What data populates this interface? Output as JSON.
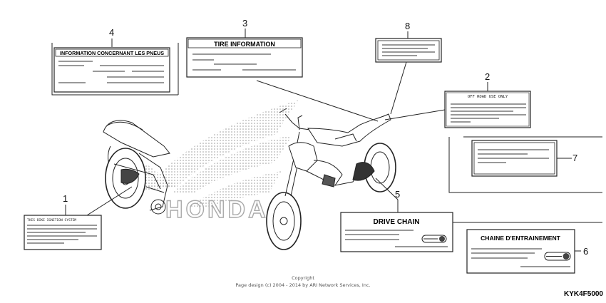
{
  "labels": {
    "l1": {
      "num": "1",
      "text": "THIS BIKE IGNITION SYSTEM"
    },
    "l2": {
      "num": "2",
      "text": "OFF ROAD USE ONLY"
    },
    "l3": {
      "num": "3",
      "text": "TIRE INFORMATION"
    },
    "l4": {
      "num": "4",
      "text": "INFORMATION CONCERNANT LES PNEUS"
    },
    "l5": {
      "num": "5",
      "text": "DRIVE CHAIN"
    },
    "l6": {
      "num": "6",
      "text": "CHAINE D'ENTRAINEMENT"
    },
    "l7": {
      "num": "7"
    },
    "l8": {
      "num": "8"
    }
  },
  "watermark": "HONDA",
  "copyright": {
    "line1": "Copyright",
    "line2": "Page design (c) 2004 - 2014 by ARI Network Services, Inc."
  },
  "diagram_code": "KYK4F5000"
}
